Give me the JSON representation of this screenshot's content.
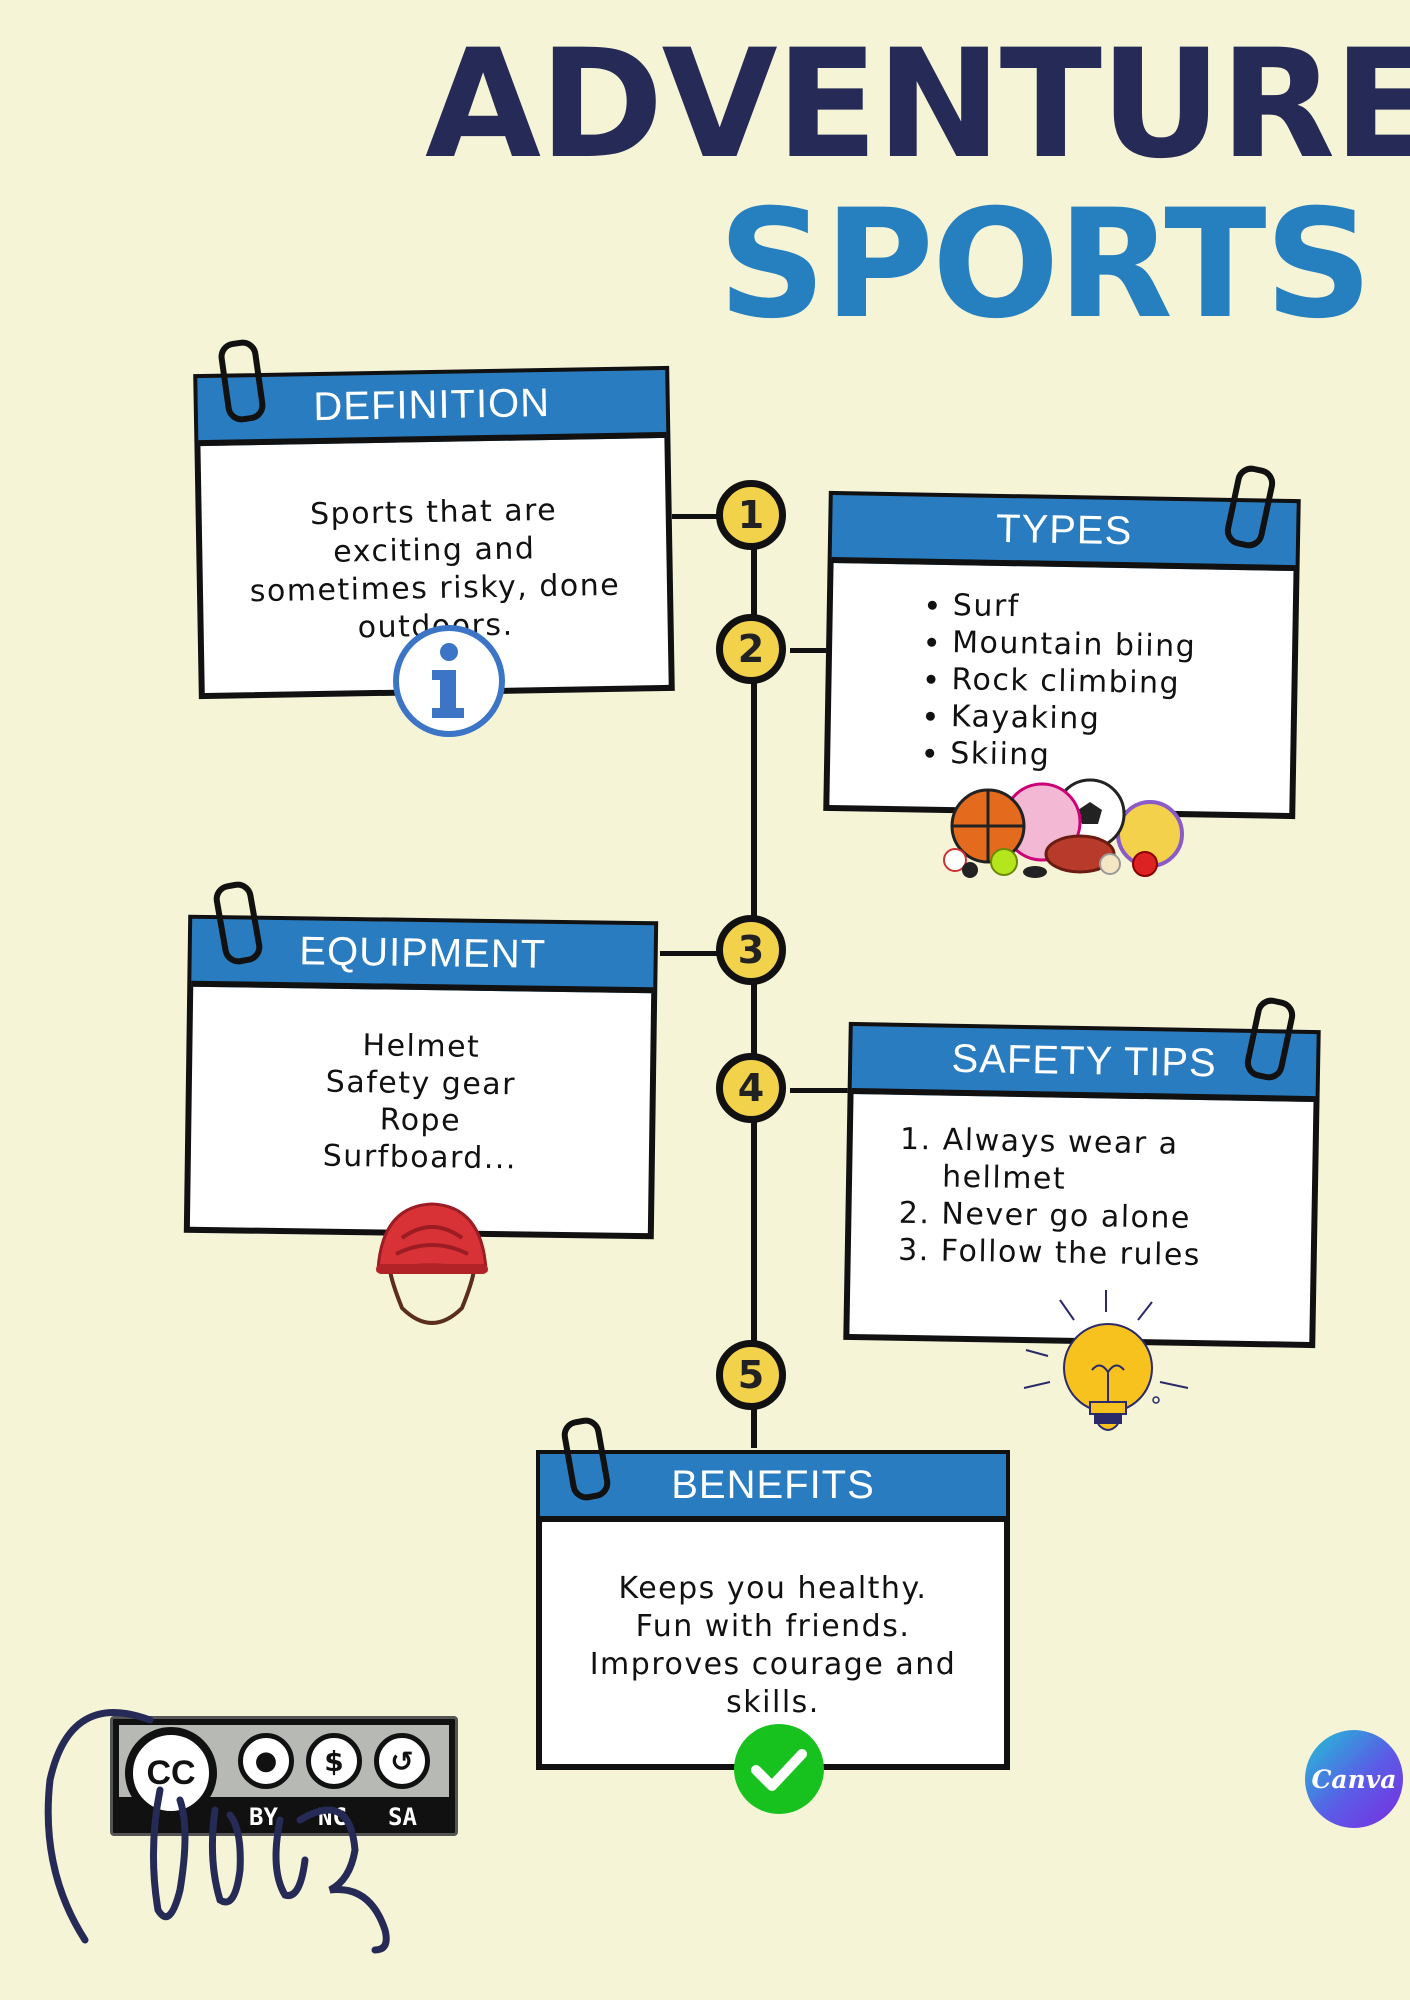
{
  "title": {
    "line1": "ADVENTURE",
    "line2": "SPORTS"
  },
  "nodes": [
    "1",
    "2",
    "3",
    "4",
    "5"
  ],
  "cards": {
    "definition": {
      "header": "DEFINITION",
      "text": "Sports that are exciting and sometimes risky, done outdoors."
    },
    "types": {
      "header": "TYPES",
      "items": [
        "Surf",
        "Mountain biing",
        "Rock climbing",
        "Kayaking",
        "Skiing"
      ]
    },
    "equipment": {
      "header": "EQUIPMENT",
      "items": [
        "Helmet",
        "Safety gear",
        "Rope",
        "Surfboard..."
      ]
    },
    "safety": {
      "header": "SAFETY TIPS",
      "items": [
        "Always wear a hellmet",
        "Never go alone",
        "Follow the rules"
      ]
    },
    "benefits": {
      "header": "BENEFITS",
      "items": [
        "Keeps you healthy.",
        "Fun with friends.",
        "Improves courage and skills."
      ]
    }
  },
  "license": {
    "cc": "CC",
    "tags": [
      "BY",
      "NC",
      "SA"
    ]
  },
  "brand": "Canva",
  "icons": [
    "info-icon",
    "sports-balls-icon",
    "helmet-icon",
    "lightbulb-icon",
    "checkmark-icon",
    "paperclip-icon"
  ],
  "colors": {
    "background": "#f6f4d7",
    "title_dark": "#262a56",
    "title_blue": "#2680bf",
    "header_blue": "#2a7cc0",
    "node_yellow": "#f2d24a",
    "check_green": "#18c21e"
  }
}
